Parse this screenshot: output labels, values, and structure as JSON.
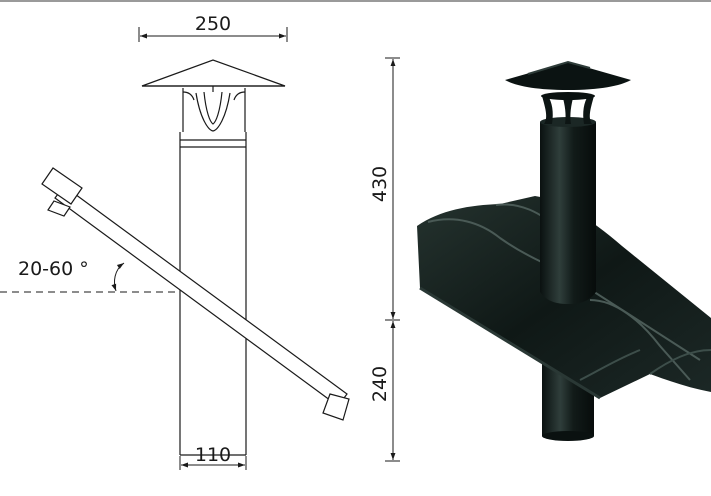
{
  "dimensions": {
    "cap_width": "250",
    "total_height": "430",
    "lower_height": "240",
    "pipe_diameter": "110",
    "roof_angle": "20-60 °"
  },
  "colors": {
    "line": "#1a1a1a",
    "product": "#0f1816",
    "product_highlight": "#3a4a47"
  }
}
